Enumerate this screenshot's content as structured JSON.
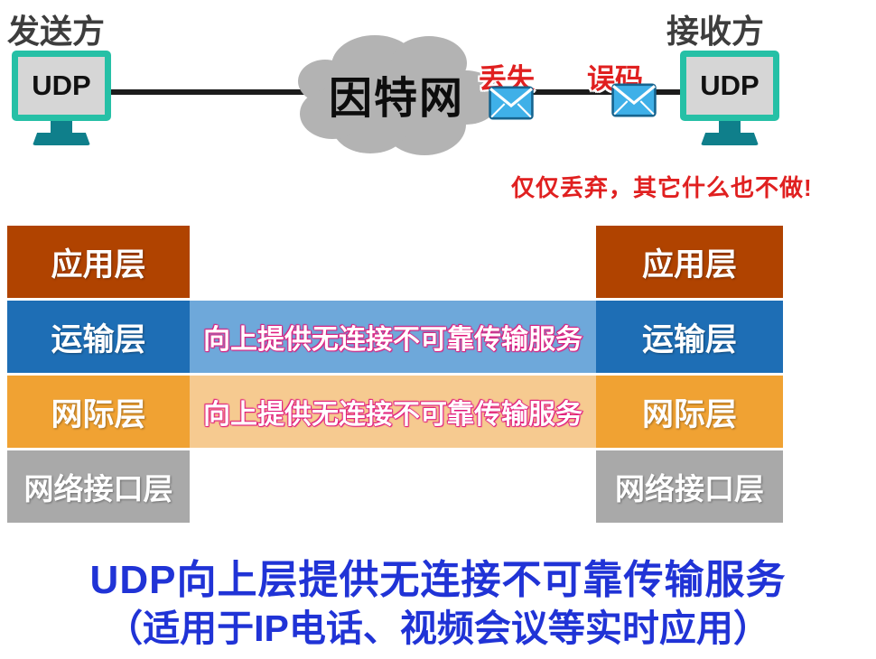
{
  "top": {
    "sender": "发送方",
    "receiver": "接收方",
    "udp": "UDP",
    "internet": "因特网",
    "lost": "丢失",
    "corrupt": "误码",
    "discard_note": "仅仅丢弃，其它什么也不做!"
  },
  "stack": {
    "layers": [
      "应用层",
      "运输层",
      "网际层",
      "网络接口层"
    ]
  },
  "bands": {
    "transport": "向上提供无连接不可靠传输服务",
    "internet": "向上提供无连接不可靠传输服务"
  },
  "caption": {
    "line1": "UDP向上层提供无连接不可靠传输服务",
    "line2": "（适用于IP电话、视频会议等实时应用）"
  },
  "colors": {
    "application_layer": "#b04300",
    "transport_layer": "#1e6eb5",
    "internet_layer": "#f0a233",
    "network_interface_layer": "#a9a9a9",
    "transport_band": "#6ea8da",
    "internet_band": "#f6ca90",
    "band_text_stroke": "#e0187c",
    "caption_blue": "#2033d6",
    "alert_red": "#e02020",
    "monitor_border_teal": "#26c0a6",
    "monitor_stand_teal": "#0f7f8b",
    "cloud_gray": "#b3b3b3",
    "envelope_blue": "#3fb0e8"
  }
}
